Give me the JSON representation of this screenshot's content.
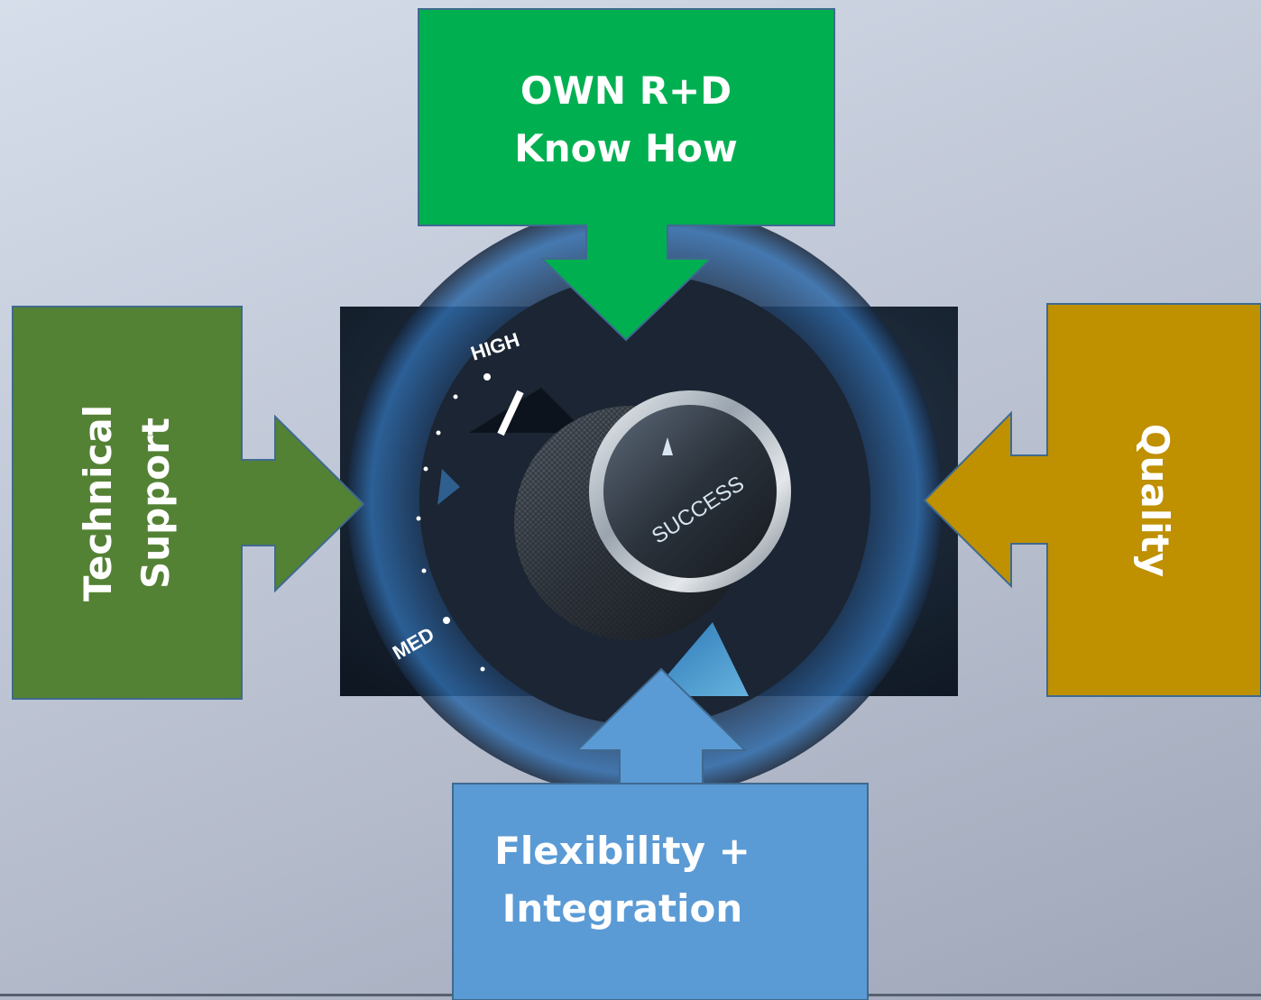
{
  "diagram": {
    "top": {
      "line1": "OWN R+D",
      "line2": "Know How",
      "color": "#00b050"
    },
    "left": {
      "line1": "Technical",
      "line2": "Support",
      "color": "#548235"
    },
    "right": {
      "line1": "Quality",
      "color": "#bf9000"
    },
    "bottom": {
      "line1": "Flexibility +",
      "line2": "Integration",
      "color": "#5b9bd5"
    },
    "center_image": {
      "dial_labels": {
        "high": "HIGH",
        "med": "MED",
        "knob": "SUCCESS"
      }
    }
  }
}
